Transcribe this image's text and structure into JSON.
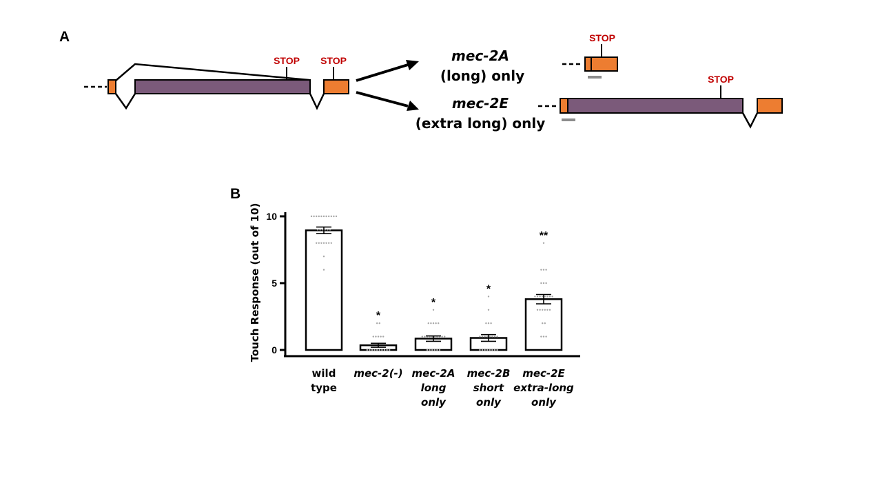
{
  "colors": {
    "exon": "#ed7d31",
    "intron_coding": "#7b5a7a",
    "stop": "#c00000",
    "primer_bar": "#8c8c8c",
    "dot": "#a6a6a6"
  },
  "panel_a": {
    "letter": "A",
    "stop_label": "STOP",
    "isoforms": [
      {
        "name": "mec-2A",
        "desc": "(long) only"
      },
      {
        "name": "mec-2E",
        "desc": "(extra long) only"
      }
    ]
  },
  "panel_b": {
    "letter": "B"
  },
  "chart_data": {
    "type": "bar",
    "ylabel": "Touch Response (out of 10)",
    "xlabel": "",
    "ylim": [
      0,
      10
    ],
    "yticks": [
      0,
      5,
      10
    ],
    "categories": [
      {
        "lines": [
          "wild",
          "type"
        ],
        "italic": false
      },
      {
        "lines": [
          "mec-2(-)"
        ],
        "italic": true
      },
      {
        "lines": [
          "mec-2A",
          "long",
          "only"
        ],
        "italic": true
      },
      {
        "lines": [
          "mec-2B",
          "short",
          "only"
        ],
        "italic": true
      },
      {
        "lines": [
          "mec-2E",
          "extra-long",
          "only"
        ],
        "italic": true
      }
    ],
    "values": [
      8.95,
      0.35,
      0.85,
      0.9,
      3.8
    ],
    "sem": [
      0.25,
      0.15,
      0.2,
      0.25,
      0.35
    ],
    "significance": [
      "",
      "*",
      "*",
      "*",
      "**"
    ],
    "points": [
      [
        [
          10,
          11
        ],
        [
          9,
          6
        ],
        [
          8,
          7
        ],
        [
          7,
          1
        ],
        [
          6,
          1
        ]
      ],
      [
        [
          2,
          2
        ],
        [
          1,
          5
        ],
        [
          0,
          10
        ]
      ],
      [
        [
          3,
          1
        ],
        [
          2,
          5
        ],
        [
          1,
          10
        ],
        [
          0,
          6
        ]
      ],
      [
        [
          4,
          1
        ],
        [
          3,
          1
        ],
        [
          2,
          3
        ],
        [
          1,
          8
        ],
        [
          0,
          8
        ]
      ],
      [
        [
          8,
          1
        ],
        [
          6,
          3
        ],
        [
          5,
          3
        ],
        [
          4,
          8
        ],
        [
          3,
          6
        ],
        [
          2,
          2
        ],
        [
          1,
          3
        ]
      ]
    ],
    "grid": false,
    "legend": "none"
  }
}
